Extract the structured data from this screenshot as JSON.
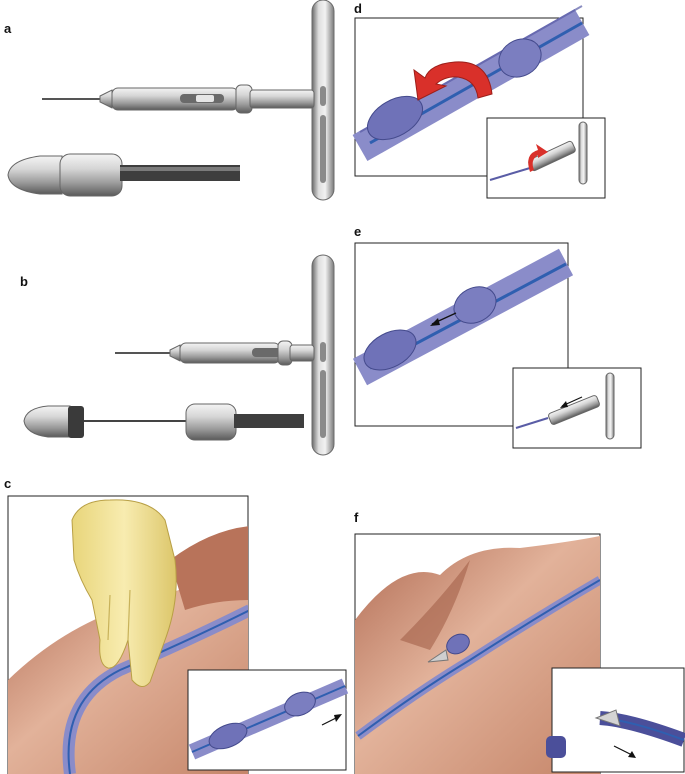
{
  "panels": {
    "a": {
      "label": "a"
    },
    "b": {
      "label": "b"
    },
    "c": {
      "label": "c"
    },
    "d": {
      "label": "d"
    },
    "e": {
      "label": "e"
    },
    "f": {
      "label": "f"
    }
  },
  "colors": {
    "steel_light": "#e2e2e2",
    "steel_mid": "#a8a8a8",
    "steel_dark": "#5c5c5c",
    "tube_fill": "#8a8cc9",
    "tube_dark": "#4b4f9a",
    "tube_core": "#2f5fb0",
    "skin_light": "#e7b9a0",
    "skin_mid": "#c98a6e",
    "skin_dark": "#9c5a45",
    "glove": "#f2e49a",
    "rotate_arrow": "#d9302a"
  }
}
